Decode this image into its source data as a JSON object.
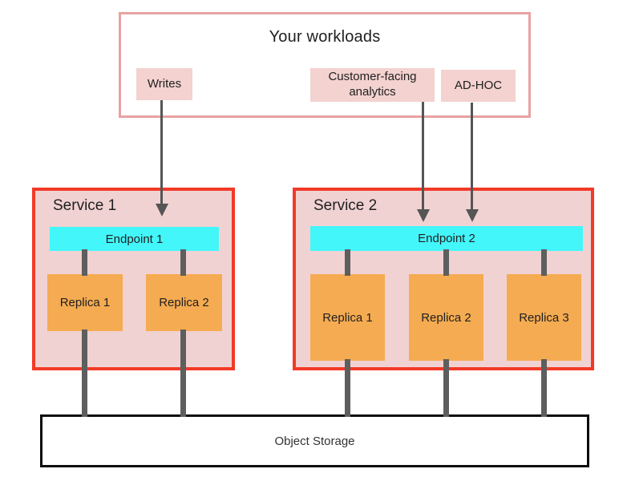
{
  "workloads": {
    "title": "Your workloads",
    "items": [
      {
        "label": "Writes"
      },
      {
        "label": "Customer-facing analytics"
      },
      {
        "label": "AD-HOC"
      }
    ]
  },
  "services": [
    {
      "name": "Service 1",
      "endpoint": "Endpoint 1",
      "replicas": [
        "Replica 1",
        "Replica 2"
      ]
    },
    {
      "name": "Service 2",
      "endpoint": "Endpoint 2",
      "replicas": [
        "Replica 1",
        "Replica 2",
        "Replica 3"
      ]
    }
  ],
  "storage": {
    "label": "Object Storage"
  },
  "colors": {
    "workloads_border": "#e8a2a2",
    "chip_bg": "#f3d2cf",
    "service_border": "#f23a27",
    "service_bg": "#f1d2d2",
    "endpoint_bg": "#43f6fa",
    "replica_bg": "#f5ab51",
    "connector": "#5e5e5e",
    "arrow": "#555555",
    "storage_border": "#0d0d0d"
  }
}
